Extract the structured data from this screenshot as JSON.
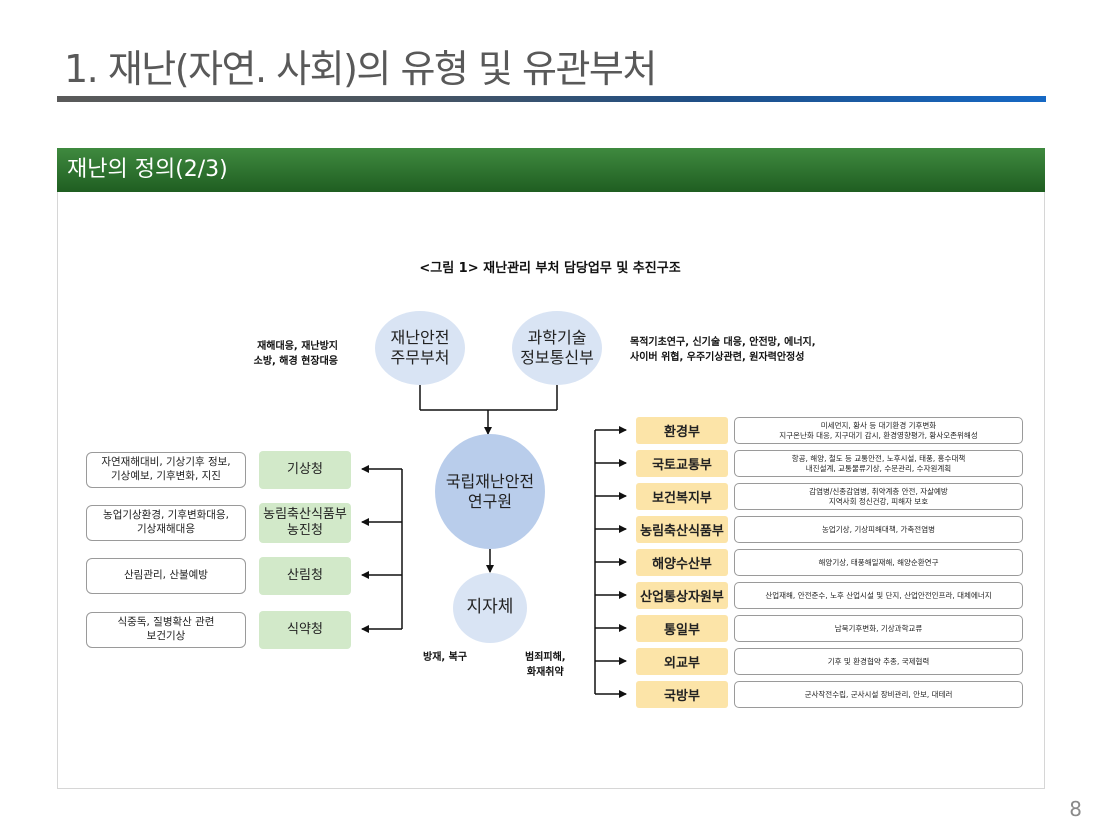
{
  "slide": {
    "title": "1. 재난(자연. 사회)의 유형 및 유관부처",
    "section_title": "재난의 정의(2/3)",
    "page_number": "8"
  },
  "figure": {
    "caption": "<그림 1> 재난관리 부처 담당업무 및 추진구조",
    "top_nodes": {
      "left": "재난안전\n주무부처",
      "right": "과학기술\n정보통신부"
    },
    "top_notes": {
      "left": "재해대응, 재난방지\n소방, 해경 현장대응",
      "right": "목적기초연구, 신기술 대응, 안전망, 에너지,\n사이버 위협, 우주기상관련, 원자력안정성"
    },
    "center_node": "국립재난안전\n연구원",
    "local_node": "지자체",
    "local_notes": {
      "left": "방재, 복구",
      "right": "범죄피해,\n화재취약"
    },
    "left_agencies": [
      {
        "name": "기상청",
        "desc": "자연재해대비, 기상기후 정보,\n기상예보, 기후변화, 지진"
      },
      {
        "name": "농림축산식품부\n농진청",
        "desc": "농업기상환경, 기후변화대응,\n기상재해대응"
      },
      {
        "name": "산림청",
        "desc": "산림관리, 산불예방"
      },
      {
        "name": "식약청",
        "desc": "식중독, 질병확산 관련\n보건기상"
      }
    ],
    "right_ministries": [
      {
        "name": "환경부",
        "duty": "미세먼지, 황사 등 대기환경 기후변화\n지구온난화 대응, 지구대기 감시, 환경영향평가, 황사오존위해성"
      },
      {
        "name": "국토교통부",
        "duty": "항공, 해양, 철도 등 교통안전, 노후시설, 태풍, 홍수대책\n내진설계, 교통물류기상, 수문관리, 수자원계획"
      },
      {
        "name": "보건복지부",
        "duty": "감염병/신종감염병, 취약계층 안전, 자살예방\n지역사회 정신건강, 피해자 보호"
      },
      {
        "name": "농림축산식품부",
        "duty": "농업기상, 기상피해대책, 가축전염병"
      },
      {
        "name": "해양수산부",
        "duty": "해양기상, 태풍해일재해, 해양순환연구"
      },
      {
        "name": "산업통상자원부",
        "duty": "산업재해, 안전준수, 노후 산업시설 및 단지, 산업안전인프라, 대체에너지"
      },
      {
        "name": "통일부",
        "duty": "남북기후변화, 기상과학교류"
      },
      {
        "name": "외교부",
        "duty": "기후 및 환경협약 추종, 국제협력"
      },
      {
        "name": "국방부",
        "duty": "군사작전수립, 군사시설 장비관리, 안보, 대테러"
      }
    ]
  }
}
